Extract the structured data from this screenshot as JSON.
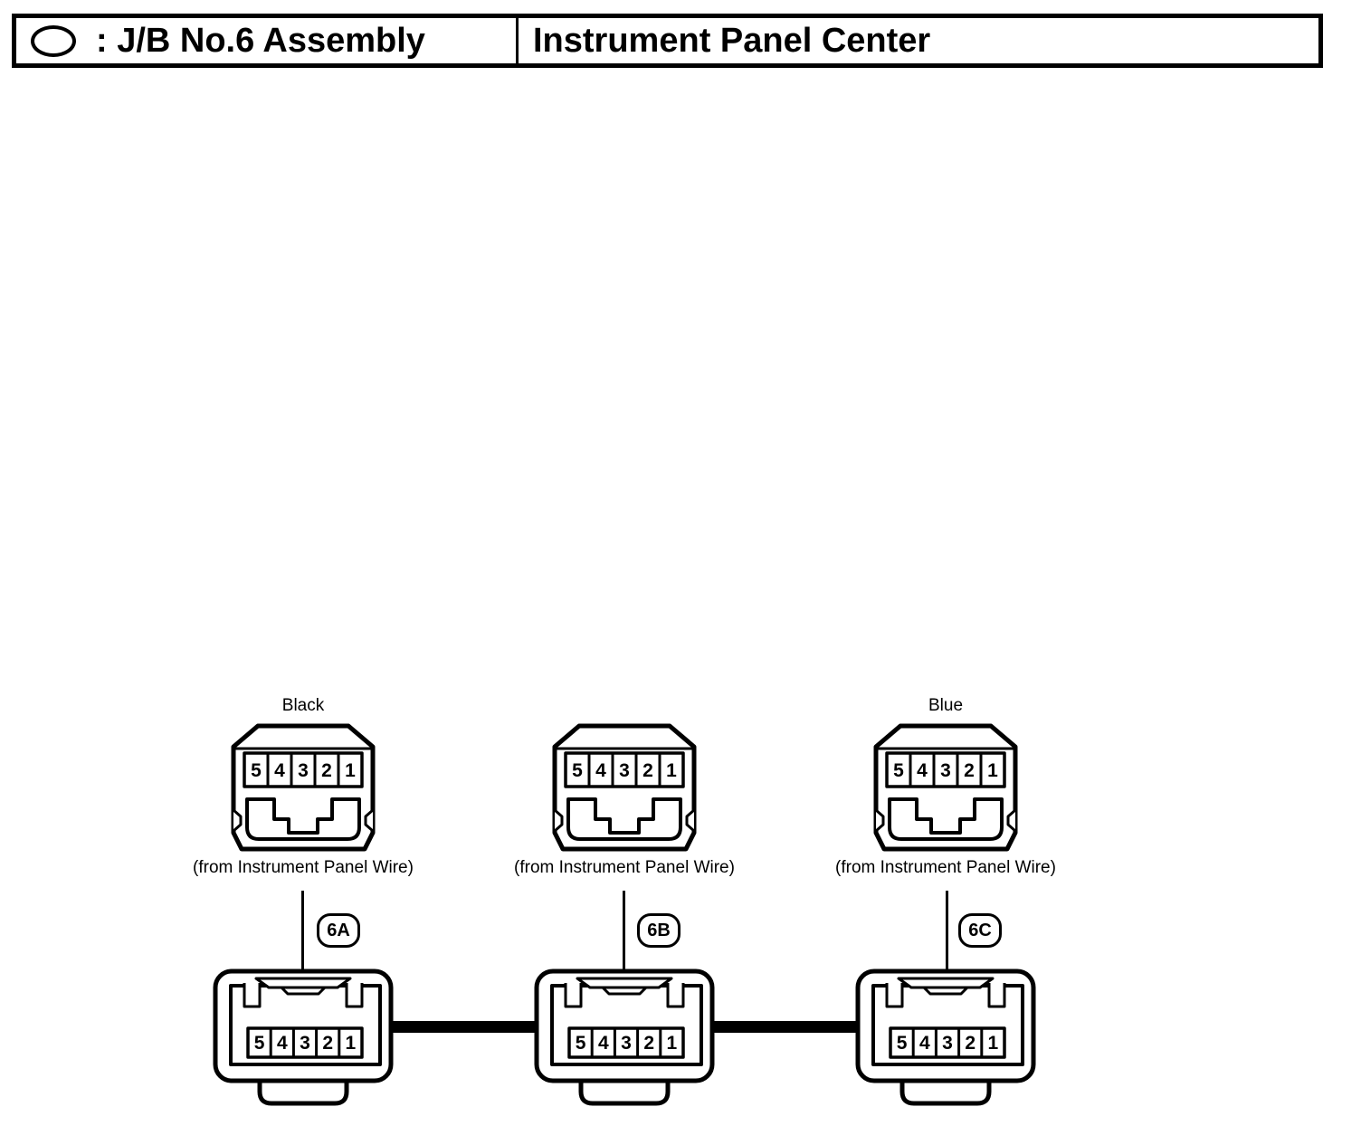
{
  "header": {
    "left": {
      "symbol_icon": "oval-icon",
      "label": ": J/B No.6 Assembly"
    },
    "right": {
      "label": "Instrument Panel Center"
    }
  },
  "diagram": {
    "pins": [
      "5",
      "4",
      "3",
      "2",
      "1"
    ],
    "caption": "(from Instrument Panel Wire)",
    "connectors": [
      {
        "badge": "6A",
        "color_label": "Black"
      },
      {
        "badge": "6B",
        "color_label": ""
      },
      {
        "badge": "6C",
        "color_label": "Blue"
      }
    ]
  },
  "colors": {
    "ink": "#000000",
    "background": "#ffffff"
  }
}
